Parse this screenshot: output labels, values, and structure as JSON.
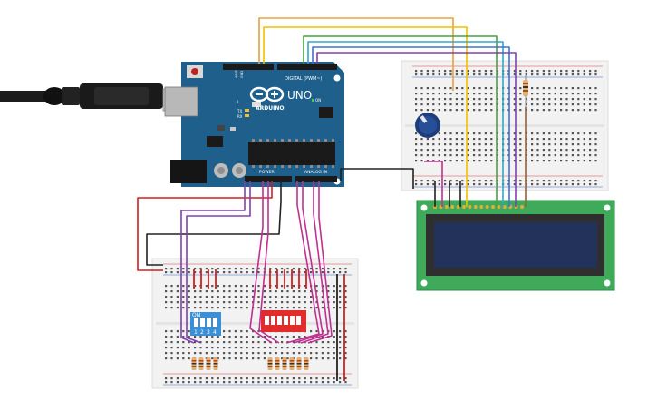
{
  "arduino": {
    "brand": "ARDUINO",
    "model": "UNO",
    "digital_label": "DIGITAL (PWM~)",
    "power_label": "POWER",
    "analog_label": "ANALOG IN",
    "aref": "AREF",
    "gnd": "GND",
    "tx": "TX",
    "rx": "RX",
    "on": "ON",
    "l": "L"
  },
  "dip_switch": {
    "on_label": "ON",
    "numbers": [
      "1",
      "2",
      "3",
      "4"
    ]
  },
  "colors": {
    "arduino_board": "#1f5f8b",
    "breadboard": "#f2f2f2",
    "lcd_pcb": "#3faa5a",
    "lcd_screen": "#23325a",
    "dip_blue": "#3a8fd6",
    "dip_red": "#e22b2b",
    "wire_orange": "#e8a040",
    "wire_yellow": "#f0c000",
    "wire_green": "#4aa040",
    "wire_cyan": "#30a8c8",
    "wire_blue": "#4070d8",
    "wire_purple": "#8040b0",
    "wire_magenta": "#c03090",
    "wire_red": "#d02020",
    "wire_black": "#222222",
    "wire_brown": "#9a6030"
  },
  "components": [
    "usb-cable-icon",
    "arduino-uno-board",
    "breadboard-top",
    "breadboard-bottom",
    "potentiometer-icon",
    "resistor-icon",
    "lcd-16x2-display",
    "dip-switch-4",
    "dip-switch-6"
  ]
}
